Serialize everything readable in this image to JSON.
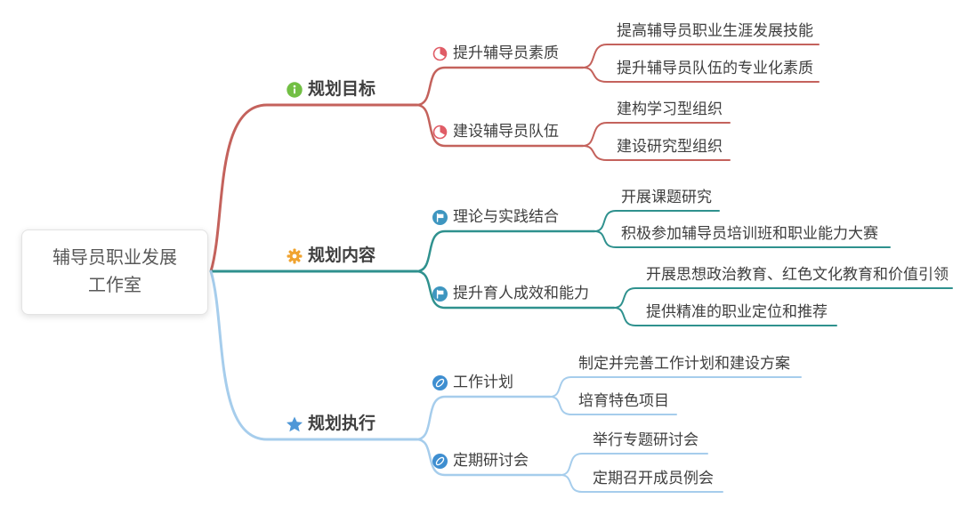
{
  "root": {
    "label": "辅导员职业发展工作室"
  },
  "branches": [
    {
      "label": "规划目标",
      "icon": "info-icon",
      "icon_color": "#72bf44",
      "color": "#c4625c",
      "children": [
        {
          "label": "提升辅导员素质",
          "icon": "pie-chart-icon",
          "icon_color": "#e05c66",
          "leaves": [
            "提高辅导员职业生涯发展技能",
            "提升辅导员队伍的专业化素质"
          ]
        },
        {
          "label": "建设辅导员队伍",
          "icon": "pie-chart-icon",
          "icon_color": "#e05c66",
          "leaves": [
            "建构学习型组织",
            "建设研究型组织"
          ]
        }
      ]
    },
    {
      "label": "规划内容",
      "icon": "gear-icon",
      "icon_color": "#f0a32f",
      "color": "#2f918e",
      "children": [
        {
          "label": "理论与实践结合",
          "icon": "flag-icon",
          "icon_color": "#3e96c0",
          "leaves": [
            "开展课题研究",
            "积极参加辅导员培训班和职业能力大赛"
          ]
        },
        {
          "label": "提升育人成效和能力",
          "icon": "flag-icon",
          "icon_color": "#3e96c0",
          "leaves": [
            "开展思想政治教育、红色文化教育和价值引领",
            "提供精准的职业定位和推荐"
          ]
        }
      ]
    },
    {
      "label": "规划执行",
      "icon": "star-icon",
      "icon_color": "#4e97d7",
      "color": "#a6cdec",
      "children": [
        {
          "label": "工作计划",
          "icon": "paperclip-icon",
          "icon_color": "#3e8ed0",
          "leaves": [
            "制定并完善工作计划和建设方案",
            "培育特色项目"
          ]
        },
        {
          "label": "定期研讨会",
          "icon": "paperclip-icon",
          "icon_color": "#3e8ed0",
          "leaves": [
            "举行专题研讨会",
            "定期召开成员例会"
          ]
        }
      ]
    }
  ]
}
